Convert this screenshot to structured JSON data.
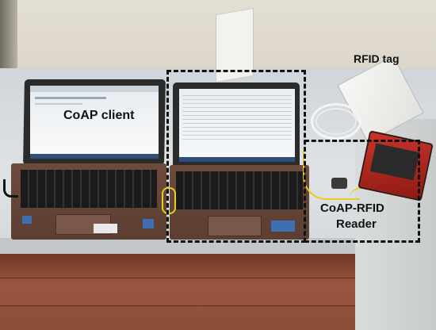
{
  "labels": {
    "coap_client": "CoAP client",
    "rfid_tag": "RFID tag",
    "coap_rfid_reader_line1": "CoAP-RFID",
    "coap_rfid_reader_line2": "Reader"
  },
  "colors": {
    "wall": "#dcd7cb",
    "desk": "#d3d8dc",
    "floor": "#8e4c34",
    "laptop_body": "#6b4a3c",
    "keyboard": "#1c1c1c",
    "screen": "#f4f6f8",
    "reader_red": "#b2241c",
    "ethernet_yellow": "#e6cf1c",
    "dashed_box": "#111111"
  }
}
